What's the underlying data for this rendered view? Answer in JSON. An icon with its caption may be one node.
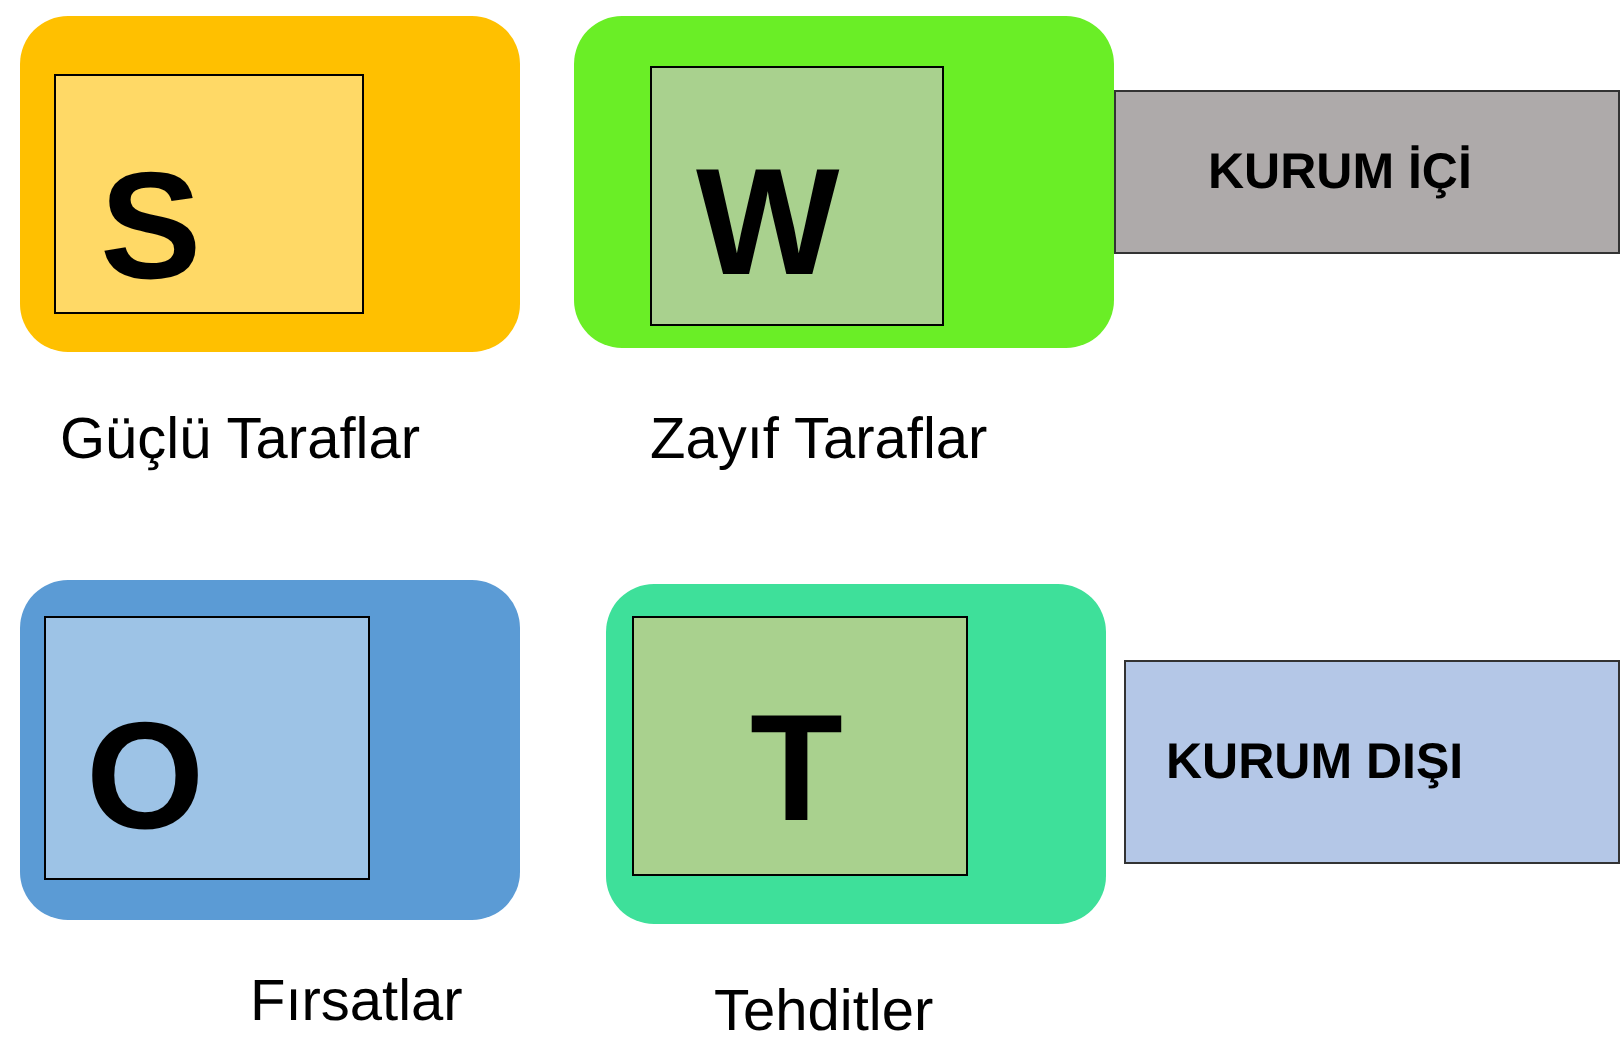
{
  "diagram": {
    "nodes": [
      {
        "text": [],
        "shape": "box",
        "beside": [
          "Güçlü Taraflar"
        ]
      },
      {
        "text": [
          "S"
        ],
        "in": 0
      },
      {
        "text": [],
        "shape": "box",
        "beside": [
          "Zayıf Taraflar"
        ]
      },
      {
        "text": [
          "W"
        ],
        "in": 2
      },
      {
        "text": [
          "KURUM İÇİ"
        ]
      },
      {
        "text": [],
        "shape": "box",
        "beside": [
          "Fırsatlar"
        ]
      },
      {
        "text": [
          "O"
        ],
        "in": 5
      },
      {
        "text": [],
        "shape": "box",
        "beside": [
          "Tehditler"
        ]
      },
      {
        "text": [
          "T"
        ],
        "in": 7
      },
      {
        "text": [
          "KURUM DIŞI"
        ]
      }
    ],
    "edges": []
  }
}
